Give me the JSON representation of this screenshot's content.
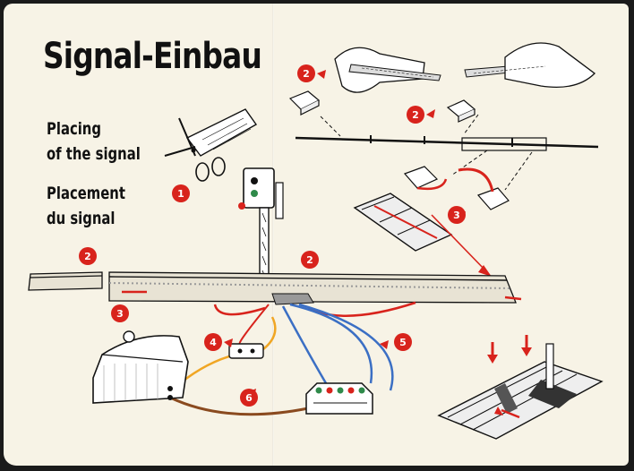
{
  "heading": {
    "title": "Signal-Einbau",
    "english_line1": "Placing",
    "english_line2": "of the signal",
    "french_line1": "Placement",
    "french_line2": "du signal"
  },
  "step_markers": {
    "step1": "1",
    "step2": "2",
    "step3": "3",
    "step4": "4",
    "step5": "5",
    "step6": "6"
  },
  "colors": {
    "paper": "#f7f3e6",
    "ink": "#111111",
    "marker_red": "#d8231c",
    "wire_red": "#d8231c",
    "wire_blue": "#3b6fc4",
    "wire_yellow": "#f0a624",
    "wire_brown": "#8a4a1f"
  }
}
